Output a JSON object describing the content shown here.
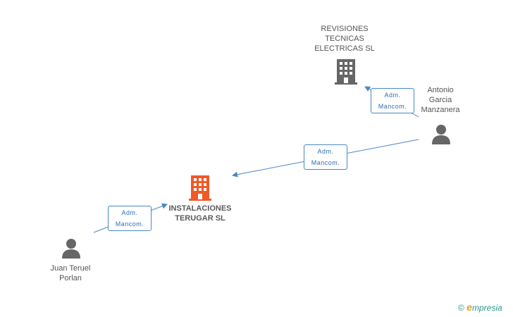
{
  "colors": {
    "edge": "#4a86c5",
    "company_main": "#f05a28",
    "company": "#666666",
    "person": "#666666"
  },
  "nodes": {
    "main_company": {
      "lines": [
        "INSTALACIONES",
        "TERUGAR SL"
      ],
      "icon": "building-icon"
    },
    "company_revisiones": {
      "lines": [
        "REVISIONES",
        "TECNICAS",
        "ELECTRICAS SL"
      ],
      "icon": "building-icon"
    },
    "person_antonio": {
      "lines": [
        "Antonio",
        "Garcia",
        "Manzanera"
      ],
      "icon": "person-icon"
    },
    "person_juan": {
      "lines": [
        "Juan Teruel",
        "Porlan"
      ],
      "icon": "person-icon"
    }
  },
  "edges": [
    {
      "from": "person_antonio",
      "to": "company_revisiones",
      "label": [
        "Adm.",
        "Mancom."
      ]
    },
    {
      "from": "person_antonio",
      "to": "main_company",
      "label": [
        "Adm.",
        "Mancom."
      ]
    },
    {
      "from": "person_juan",
      "to": "main_company",
      "label": [
        "Adm.",
        "Mancom."
      ]
    }
  ],
  "watermark": {
    "copyright": "©",
    "brand_e": "e",
    "brand_rest": "mpresia"
  }
}
